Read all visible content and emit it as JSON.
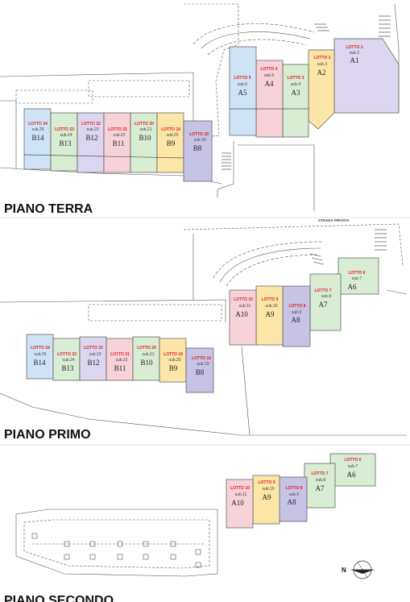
{
  "titles": {
    "terra": "PIANO TERRA",
    "primo": "PIANO PRIMO",
    "secondo": "PIANO SECONDO"
  },
  "road_label": "STRADA PRIVATA",
  "compass_label": "N",
  "colors": {
    "blue": "#cfe3f6",
    "green": "#d9ecd4",
    "lavender": "#dcd6f0",
    "pink": "#f7d2d9",
    "yellow": "#fbe6a8",
    "purple": "#c7c3e6",
    "stroke": "#555555",
    "red": "#e02020"
  },
  "terra": {
    "a_lots": [
      {
        "lot": "LOTTO 1",
        "sub": "sub.2",
        "code": "A1"
      },
      {
        "lot": "LOTTO 2",
        "sub": "sub.3",
        "code": "A2"
      },
      {
        "lot": "LOTTO 3",
        "sub": "sub.4",
        "code": "A3"
      },
      {
        "lot": "LOTTO 4",
        "sub": "sub.5",
        "code": "A4"
      },
      {
        "lot": "LOTTO 5",
        "sub": "sub.6",
        "code": "A5"
      }
    ],
    "b_lots": [
      {
        "lot": "LOTTO 24",
        "sub": "sub.25",
        "code": "B14"
      },
      {
        "lot": "LOTTO 23",
        "sub": "sub.24",
        "code": "B13"
      },
      {
        "lot": "LOTTO 22",
        "sub": "sub.23",
        "code": "B12"
      },
      {
        "lot": "LOTTO 21",
        "sub": "sub.22",
        "code": "B11"
      },
      {
        "lot": "LOTTO 20",
        "sub": "sub.21",
        "code": "B10"
      },
      {
        "lot": "LOTTO 19",
        "sub": "sub.20",
        "code": "B9"
      },
      {
        "lot": "LOTTO 18",
        "sub": "sub.19",
        "code": "B8"
      }
    ]
  },
  "primo": {
    "a_lots": [
      {
        "lot": "LOTTO 6",
        "sub": "sub.7",
        "code": "A6"
      },
      {
        "lot": "LOTTO 7",
        "sub": "sub.8",
        "code": "A7"
      },
      {
        "lot": "LOTTO 8",
        "sub": "sub.9",
        "code": "A8"
      },
      {
        "lot": "LOTTO 9",
        "sub": "sub.10",
        "code": "A9"
      },
      {
        "lot": "LOTTO 10",
        "sub": "sub.11",
        "code": "A10"
      }
    ],
    "b_lots": [
      {
        "lot": "LOTTO 24",
        "sub": "sub.25",
        "code": "B14"
      },
      {
        "lot": "LOTTO 23",
        "sub": "sub.24",
        "code": "B13"
      },
      {
        "lot": "LOTTO 22",
        "sub": "sub.23",
        "code": "B12"
      },
      {
        "lot": "LOTTO 21",
        "sub": "sub.22",
        "code": "B11"
      },
      {
        "lot": "LOTTO 20",
        "sub": "sub.21",
        "code": "B10"
      },
      {
        "lot": "LOTTO 19",
        "sub": "sub.20",
        "code": "B9"
      },
      {
        "lot": "LOTTO 18",
        "sub": "sub.19",
        "code": "B8"
      }
    ]
  },
  "secondo": {
    "a_lots": [
      {
        "lot": "LOTTO 6",
        "sub": "sub.7",
        "code": "A6"
      },
      {
        "lot": "LOTTO 7",
        "sub": "sub.8",
        "code": "A7"
      },
      {
        "lot": "LOTTO 8",
        "sub": "sub.9",
        "code": "A8"
      },
      {
        "lot": "LOTTO 9",
        "sub": "sub.10",
        "code": "A9"
      },
      {
        "lot": "LOTTO 10",
        "sub": "sub.11",
        "code": "A10"
      }
    ]
  }
}
